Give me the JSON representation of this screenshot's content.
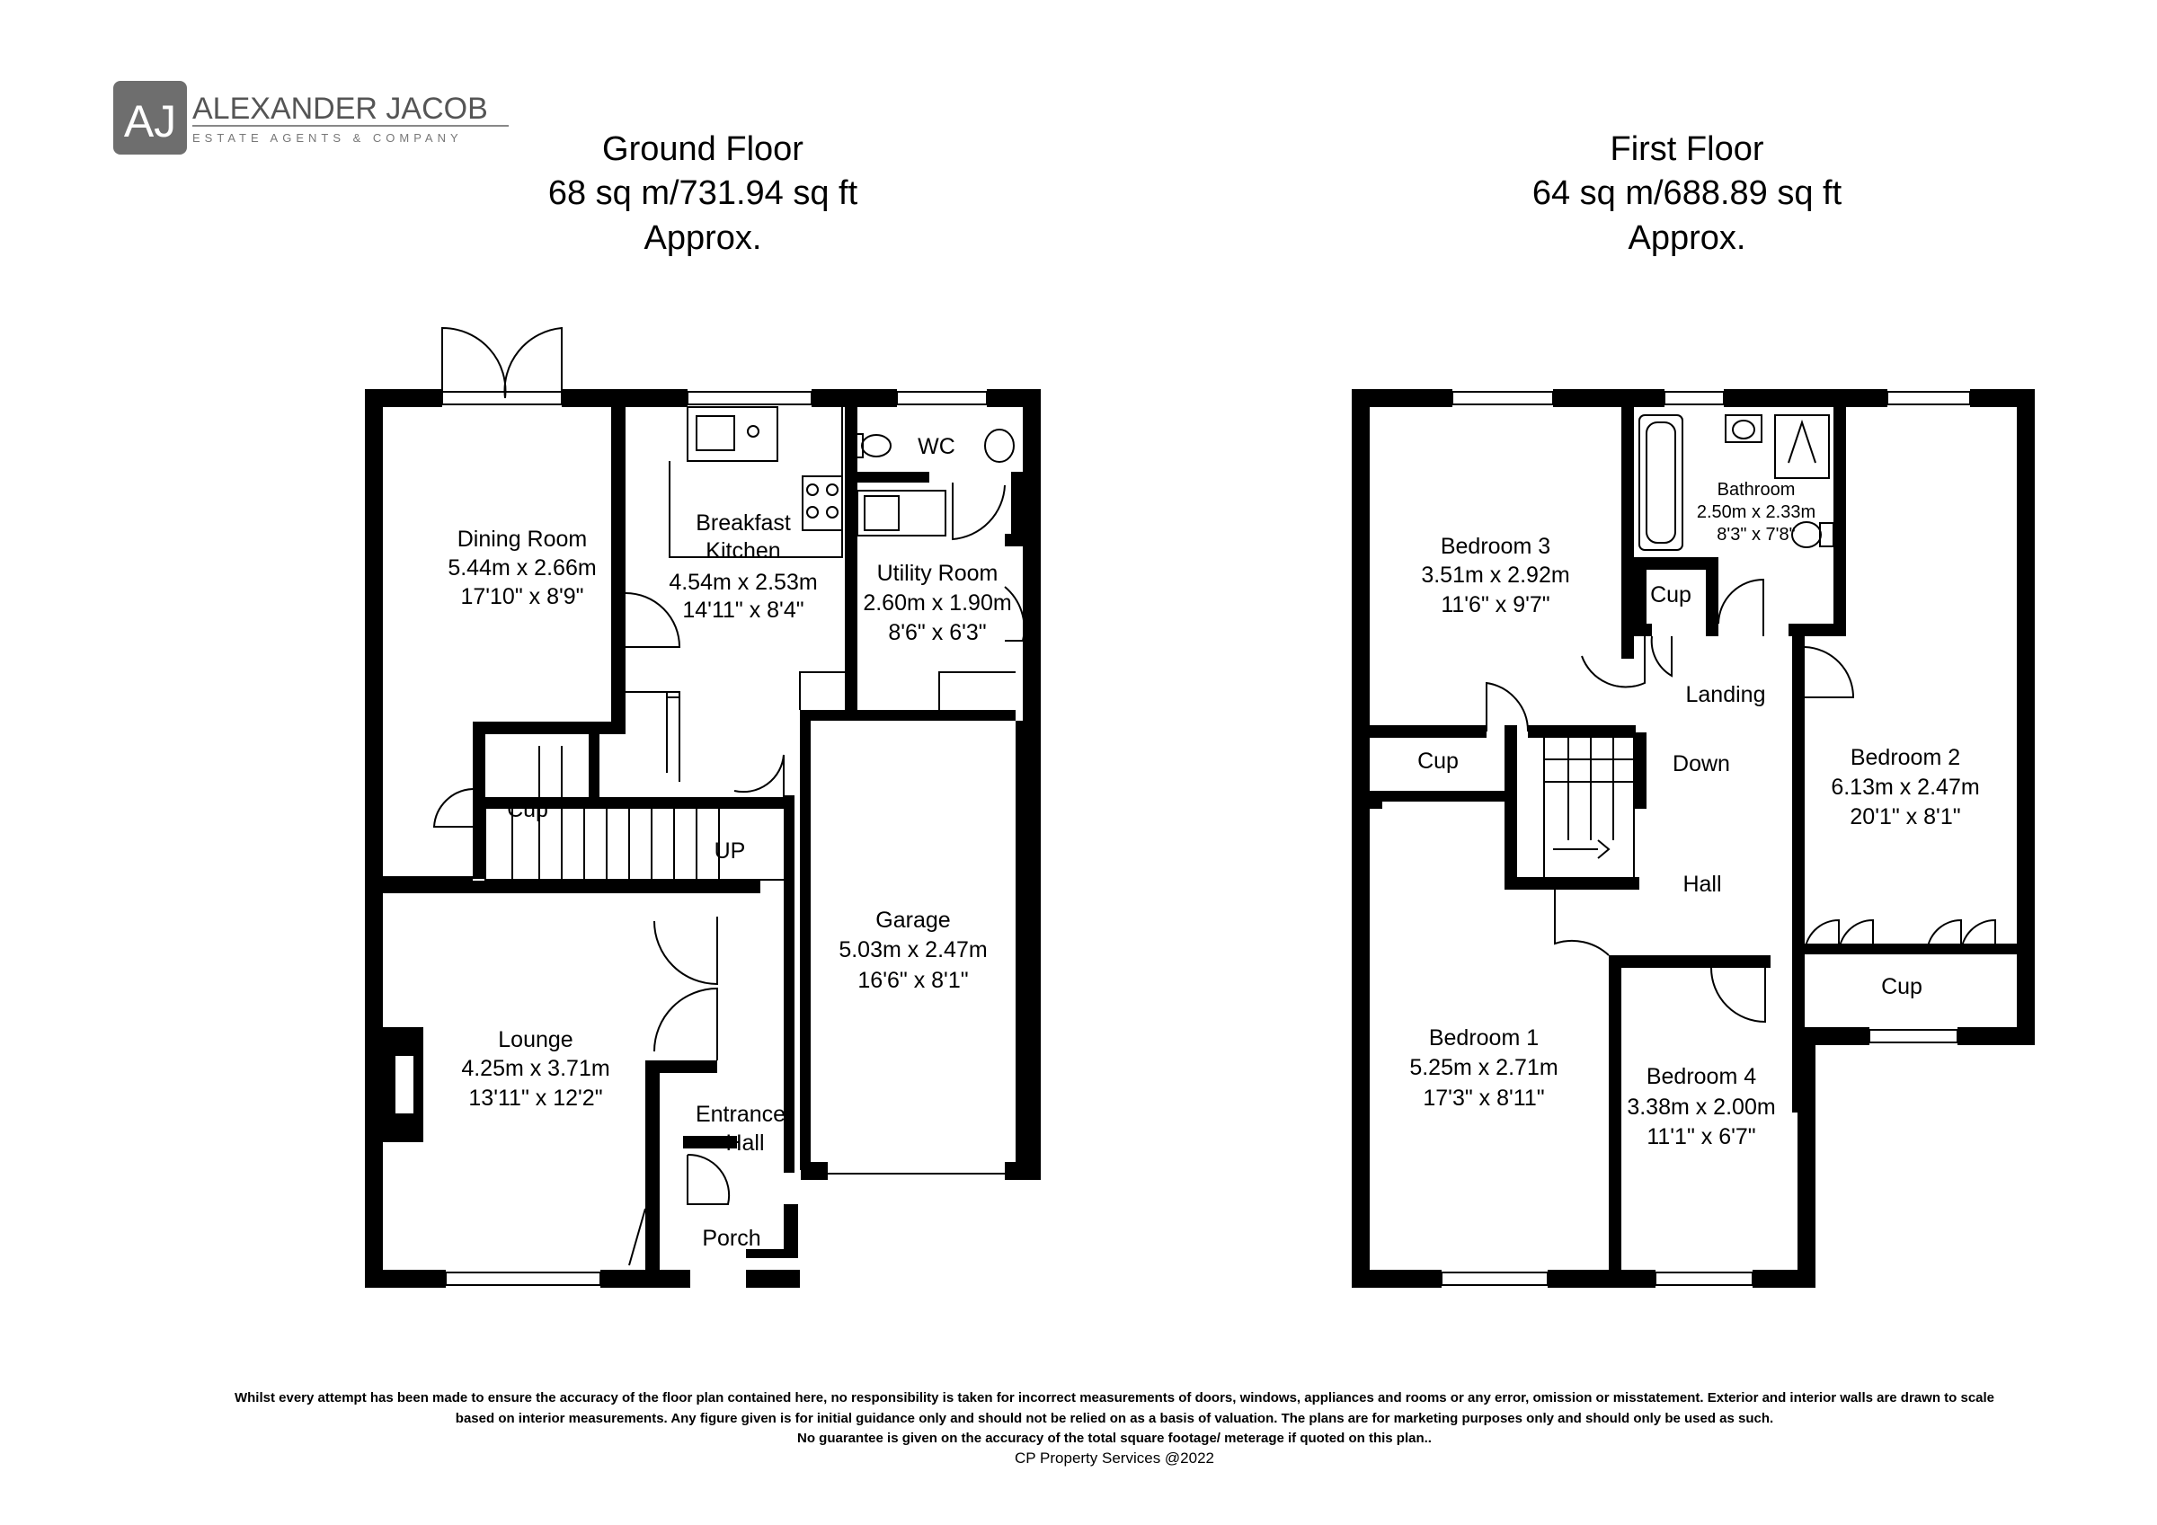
{
  "logo": {
    "mark": "AJ",
    "name": "ALEXANDER JACOB",
    "tagline": "ESTATE AGENTS & COMPANY"
  },
  "ground_floor": {
    "title": "Ground Floor",
    "area": "68 sq m/731.94 sq ft",
    "approx": "Approx.",
    "rooms": {
      "dining": {
        "name": "Dining Room",
        "metric": "5.44m x 2.66m",
        "imperial": "17'10\" x 8'9\""
      },
      "kitchen": {
        "name1": "Breakfast",
        "name2": "Kitchen",
        "metric": "4.54m x 2.53m",
        "imperial": "14'11\" x 8'4\""
      },
      "wc": {
        "name": "WC"
      },
      "utility": {
        "name": "Utility Room",
        "metric": "2.60m x 1.90m",
        "imperial": "8'6\" x 6'3\""
      },
      "cup": {
        "name": "Cup"
      },
      "up": {
        "name": "UP"
      },
      "garage": {
        "name": "Garage",
        "metric": "5.03m x 2.47m",
        "imperial": "16'6\" x 8'1\""
      },
      "lounge": {
        "name": "Lounge",
        "metric": "4.25m x 3.71m",
        "imperial": "13'11\" x 12'2\""
      },
      "entrance": {
        "name1": "Entrance",
        "name2": "Hall"
      },
      "porch": {
        "name": "Porch"
      }
    }
  },
  "first_floor": {
    "title": "First Floor",
    "area": "64 sq m/688.89 sq ft",
    "approx": "Approx.",
    "rooms": {
      "bedroom3": {
        "name": "Bedroom 3",
        "metric": "3.51m x 2.92m",
        "imperial": "11'6\" x 9'7\""
      },
      "bathroom": {
        "name": "Bathroom",
        "metric": "2.50m x 2.33m",
        "imperial": "8'3\" x 7'8\""
      },
      "cup_bath": {
        "name": "Cup"
      },
      "landing": {
        "name": "Landing"
      },
      "cup_b3": {
        "name": "Cup"
      },
      "down": {
        "name": "Down"
      },
      "bedroom2": {
        "name": "Bedroom 2",
        "metric": "6.13m x 2.47m",
        "imperial": "20'1\" x 8'1\""
      },
      "hall": {
        "name": "Hall"
      },
      "cup_b2": {
        "name": "Cup"
      },
      "bedroom1": {
        "name": "Bedroom 1",
        "metric": "5.25m x 2.71m",
        "imperial": "17'3\" x 8'11\""
      },
      "bedroom4": {
        "name": "Bedroom 4",
        "metric": "3.38m x 2.00m",
        "imperial": "11'1\" x 6'7\""
      }
    }
  },
  "disclaimer": {
    "line1": "Whilst every attempt has been made to ensure the accuracy of the floor plan contained here, no responsibility is taken for incorrect measurements of doors, windows, appliances and rooms or any error, omission or misstatement. Exterior and interior walls are drawn to scale",
    "line2": "based on interior measurements. Any figure given is for initial guidance only and should not be relied on as a basis of valuation. The plans are for marketing purposes only and should only be used as such.",
    "line3": "No guarantee is given on the accuracy of the total square footage/ meterage if quoted on this plan..",
    "line4": "CP Property Services @2022"
  }
}
